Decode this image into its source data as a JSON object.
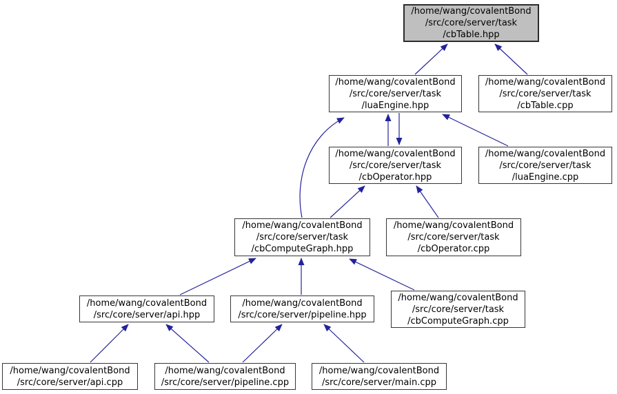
{
  "diagram": {
    "type": "include-dependency-graph",
    "root_file": "/home/wang/covalentBond/src/core/server/task/cbTable.hpp",
    "edge_color": "#23239b",
    "node_fill": "#ffffff",
    "root_node_fill": "#bfbfbf",
    "node_border_color": "#353535",
    "text_color": "#000000"
  },
  "nodes": [
    {
      "id": "cbTable.hpp",
      "is_root": true,
      "lines": [
        "/home/wang/covalentBond",
        "/src/core/server/task",
        "/cbTable.hpp"
      ]
    },
    {
      "id": "luaEngine.hpp",
      "is_root": false,
      "lines": [
        "/home/wang/covalentBond",
        "/src/core/server/task",
        "/luaEngine.hpp"
      ]
    },
    {
      "id": "cbTable.cpp",
      "is_root": false,
      "lines": [
        "/home/wang/covalentBond",
        "/src/core/server/task",
        "/cbTable.cpp"
      ]
    },
    {
      "id": "cbOperator.hpp",
      "is_root": false,
      "lines": [
        "/home/wang/covalentBond",
        "/src/core/server/task",
        "/cbOperator.hpp"
      ]
    },
    {
      "id": "luaEngine.cpp",
      "is_root": false,
      "lines": [
        "/home/wang/covalentBond",
        "/src/core/server/task",
        "/luaEngine.cpp"
      ]
    },
    {
      "id": "cbComputeGraph.hpp",
      "is_root": false,
      "lines": [
        "/home/wang/covalentBond",
        "/src/core/server/task",
        "/cbComputeGraph.hpp"
      ]
    },
    {
      "id": "cbOperator.cpp",
      "is_root": false,
      "lines": [
        "/home/wang/covalentBond",
        "/src/core/server/task",
        "/cbOperator.cpp"
      ]
    },
    {
      "id": "api.hpp",
      "is_root": false,
      "lines": [
        "/home/wang/covalentBond",
        "/src/core/server/api.hpp"
      ]
    },
    {
      "id": "pipeline.hpp",
      "is_root": false,
      "lines": [
        "/home/wang/covalentBond",
        "/src/core/server/pipeline.hpp"
      ]
    },
    {
      "id": "cbComputeGraph.cpp",
      "is_root": false,
      "lines": [
        "/home/wang/covalentBond",
        "/src/core/server/task",
        "/cbComputeGraph.cpp"
      ]
    },
    {
      "id": "api.cpp",
      "is_root": false,
      "lines": [
        "/home/wang/covalentBond",
        "/src/core/server/api.cpp"
      ]
    },
    {
      "id": "pipeline.cpp",
      "is_root": false,
      "lines": [
        "/home/wang/covalentBond",
        "/src/core/server/pipeline.cpp"
      ]
    },
    {
      "id": "main.cpp",
      "is_root": false,
      "lines": [
        "/home/wang/covalentBond",
        "/src/core/server/main.cpp"
      ]
    }
  ],
  "edges": [
    {
      "from": "luaEngine.hpp",
      "to": "cbTable.hpp"
    },
    {
      "from": "cbTable.cpp",
      "to": "cbTable.hpp"
    },
    {
      "from": "cbOperator.hpp",
      "to": "luaEngine.hpp"
    },
    {
      "from": "luaEngine.hpp",
      "to": "cbOperator.hpp"
    },
    {
      "from": "luaEngine.cpp",
      "to": "luaEngine.hpp"
    },
    {
      "from": "cbComputeGraph.hpp",
      "to": "luaEngine.hpp"
    },
    {
      "from": "cbComputeGraph.hpp",
      "to": "cbOperator.hpp"
    },
    {
      "from": "cbOperator.cpp",
      "to": "cbOperator.hpp"
    },
    {
      "from": "api.hpp",
      "to": "cbComputeGraph.hpp"
    },
    {
      "from": "pipeline.hpp",
      "to": "cbComputeGraph.hpp"
    },
    {
      "from": "cbComputeGraph.cpp",
      "to": "cbComputeGraph.hpp"
    },
    {
      "from": "api.cpp",
      "to": "api.hpp"
    },
    {
      "from": "pipeline.cpp",
      "to": "api.hpp"
    },
    {
      "from": "pipeline.cpp",
      "to": "pipeline.hpp"
    },
    {
      "from": "main.cpp",
      "to": "pipeline.hpp"
    }
  ]
}
